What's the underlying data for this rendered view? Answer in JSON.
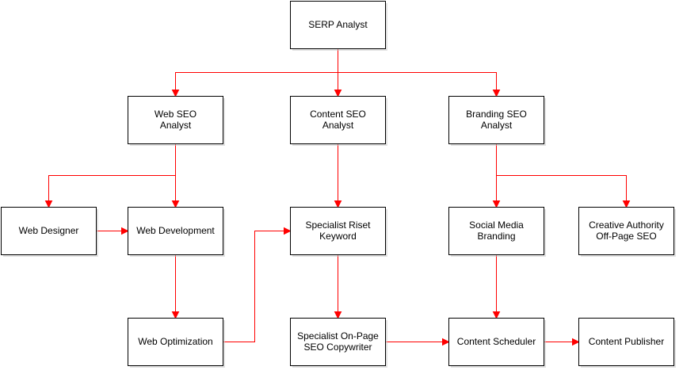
{
  "nodes": {
    "serp": {
      "label": [
        "SERP Analyst"
      ]
    },
    "web_seo": {
      "label": [
        "Web SEO",
        "Analyst"
      ]
    },
    "content_seo": {
      "label": [
        "Content SEO",
        "Analyst"
      ]
    },
    "branding_seo": {
      "label": [
        "Branding SEO",
        "Analyst"
      ]
    },
    "web_designer": {
      "label": [
        "Web Designer"
      ]
    },
    "web_development": {
      "label": [
        "Web Development"
      ]
    },
    "specialist_riset": {
      "label": [
        "Specialist Riset",
        "Keyword"
      ]
    },
    "social_media": {
      "label": [
        "Social Media",
        "Branding"
      ]
    },
    "creative_authority": {
      "label": [
        "Creative Authority",
        "Off-Page SEO"
      ]
    },
    "web_optimization": {
      "label": [
        "Web Optimization"
      ]
    },
    "specialist_onpage": {
      "label": [
        "Specialist On-Page",
        "SEO Copywriter"
      ]
    },
    "content_scheduler": {
      "label": [
        "Content Scheduler"
      ]
    },
    "content_publisher": {
      "label": [
        "Content Publisher"
      ]
    }
  },
  "edges": [
    {
      "from": "serp",
      "to": "web_seo"
    },
    {
      "from": "serp",
      "to": "content_seo"
    },
    {
      "from": "serp",
      "to": "branding_seo"
    },
    {
      "from": "web_seo",
      "to": "web_designer"
    },
    {
      "from": "web_seo",
      "to": "web_development"
    },
    {
      "from": "web_designer",
      "to": "web_development"
    },
    {
      "from": "web_development",
      "to": "web_optimization"
    },
    {
      "from": "web_optimization",
      "to": "specialist_riset"
    },
    {
      "from": "content_seo",
      "to": "specialist_riset"
    },
    {
      "from": "specialist_riset",
      "to": "specialist_onpage"
    },
    {
      "from": "specialist_onpage",
      "to": "content_scheduler"
    },
    {
      "from": "branding_seo",
      "to": "social_media"
    },
    {
      "from": "branding_seo",
      "to": "creative_authority"
    },
    {
      "from": "social_media",
      "to": "content_scheduler"
    },
    {
      "from": "content_scheduler",
      "to": "content_publisher"
    }
  ],
  "colors": {
    "edge": "#ff0000",
    "box_border": "#000000",
    "box_fill": "#ffffff",
    "text": "#000000"
  }
}
